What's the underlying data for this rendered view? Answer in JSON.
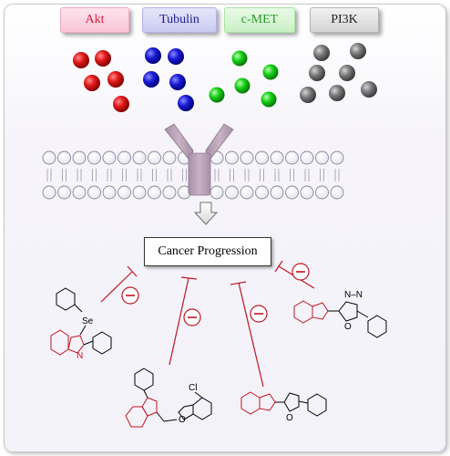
{
  "labels": {
    "akt": "Akt",
    "tubulin": "Tubulin",
    "cmet": "c-MET",
    "pi3k": "PI3K"
  },
  "center_box": "Cancer Progression",
  "inhibition_symbol": "−",
  "atoms": {
    "se": "Se",
    "cl": "Cl",
    "n": "N",
    "o": "O"
  },
  "colors": {
    "akt": "#e01818",
    "tubulin": "#1a1ad8",
    "cmet": "#16d016",
    "pi3k": "#7a7a7a",
    "inhibitor": "#c0151f",
    "receptor": "#b9a3b7"
  }
}
